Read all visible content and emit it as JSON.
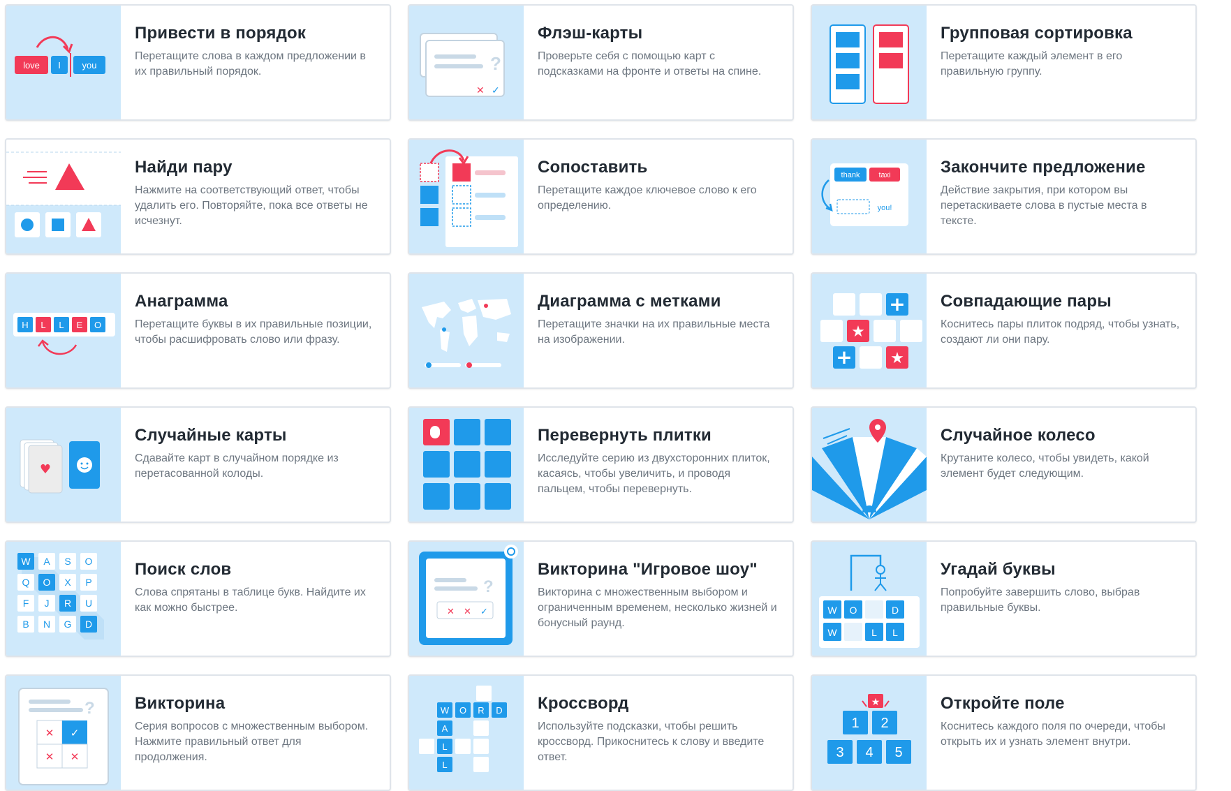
{
  "colors": {
    "blue": "#1f9aea",
    "red": "#f23a57",
    "thumb_bg": "#cfe9fb"
  },
  "templates": [
    {
      "title": "Привести в порядок",
      "desc": "Перетащите слова в каждом предложении в их правильный порядок.",
      "icon": "sentence-order-icon",
      "tiles": [
        "love",
        "I",
        "you"
      ]
    },
    {
      "title": "Флэш-карты",
      "desc": "Проверьте себя с помощью карт с подсказками на фронте и ответы на спине.",
      "icon": "flash-cards-icon"
    },
    {
      "title": "Групповая сортировка",
      "desc": "Перетащите каждый элемент в его правильную группу.",
      "icon": "group-sort-icon"
    },
    {
      "title": "Найди пару",
      "desc": "Нажмите на соответствующий ответ, чтобы удалить его. Повторяйте, пока все ответы не исчезнут.",
      "icon": "find-match-icon"
    },
    {
      "title": "Сопоставить",
      "desc": "Перетащите каждое ключевое слово к его определению.",
      "icon": "match-up-icon"
    },
    {
      "title": "Закончите предложение",
      "desc": "Действие закрытия, при котором вы перетаскиваете слова в пустые места в тексте.",
      "icon": "complete-sentence-icon",
      "tiles": [
        "thank",
        "taxi",
        "you!"
      ]
    },
    {
      "title": "Анаграмма",
      "desc": "Перетащите буквы в их правильные позиции, чтобы расшифровать слово или фразу.",
      "icon": "anagram-icon",
      "tiles": [
        "H",
        "L",
        "L",
        "E",
        "O"
      ]
    },
    {
      "title": "Диаграмма с метками",
      "desc": "Перетащите значки на их правильные места на изображении.",
      "icon": "labelled-diagram-icon"
    },
    {
      "title": "Совпадающие пары",
      "desc": "Коснитесь пары плиток подряд, чтобы узнать, создают ли они пару.",
      "icon": "matching-pairs-icon"
    },
    {
      "title": "Случайные карты",
      "desc": "Сдавайте карт в случайном порядке из перетасованной колоды.",
      "icon": "random-cards-icon"
    },
    {
      "title": "Перевернуть плитки",
      "desc": "Исследуйте серию из двухсторонних плиток, касаясь, чтобы увеличить, и проводя пальцем, чтобы перевернуть.",
      "icon": "flip-tiles-icon"
    },
    {
      "title": "Случайное колесо",
      "desc": "Крутаните колесо, чтобы увидеть, какой элемент будет следующим.",
      "icon": "random-wheel-icon"
    },
    {
      "title": "Поиск слов",
      "desc": "Слова спрятаны в таблице букв. Найдите их как можно быстрее.",
      "icon": "word-search-icon",
      "tiles": [
        "W",
        "A",
        "S",
        "O",
        "Q",
        "O",
        "X",
        "P",
        "F",
        "J",
        "R",
        "U",
        "B",
        "N",
        "G",
        "D"
      ]
    },
    {
      "title": "Викторина \"Игровое шоу\"",
      "desc": "Викторина с множественным выбором и ограниченным временем, несколько жизней и бонусный раунд.",
      "icon": "gameshow-quiz-icon"
    },
    {
      "title": "Угадай буквы",
      "desc": "Попробуйте завершить слово, выбрав правильные буквы.",
      "icon": "hangman-icon",
      "tiles": [
        "W",
        "O",
        "D",
        "W",
        "L",
        "L"
      ]
    },
    {
      "title": "Викторина",
      "desc": "Серия вопросов с множественным выбором. Нажмите правильный ответ для продолжения.",
      "icon": "quiz-icon"
    },
    {
      "title": "Кроссворд",
      "desc": "Используйте подсказки, чтобы решить кроссворд. Прикоснитесь к слову и введите ответ.",
      "icon": "crossword-icon",
      "tiles": [
        "W",
        "O",
        "R",
        "D",
        "A",
        "L",
        "L"
      ]
    },
    {
      "title": "Откройте поле",
      "desc": "Коснитесь каждого поля по очереди, чтобы открыть их и узнать элемент внутри.",
      "icon": "open-box-icon",
      "tiles": [
        "1",
        "2",
        "3",
        "4",
        "5"
      ]
    }
  ]
}
